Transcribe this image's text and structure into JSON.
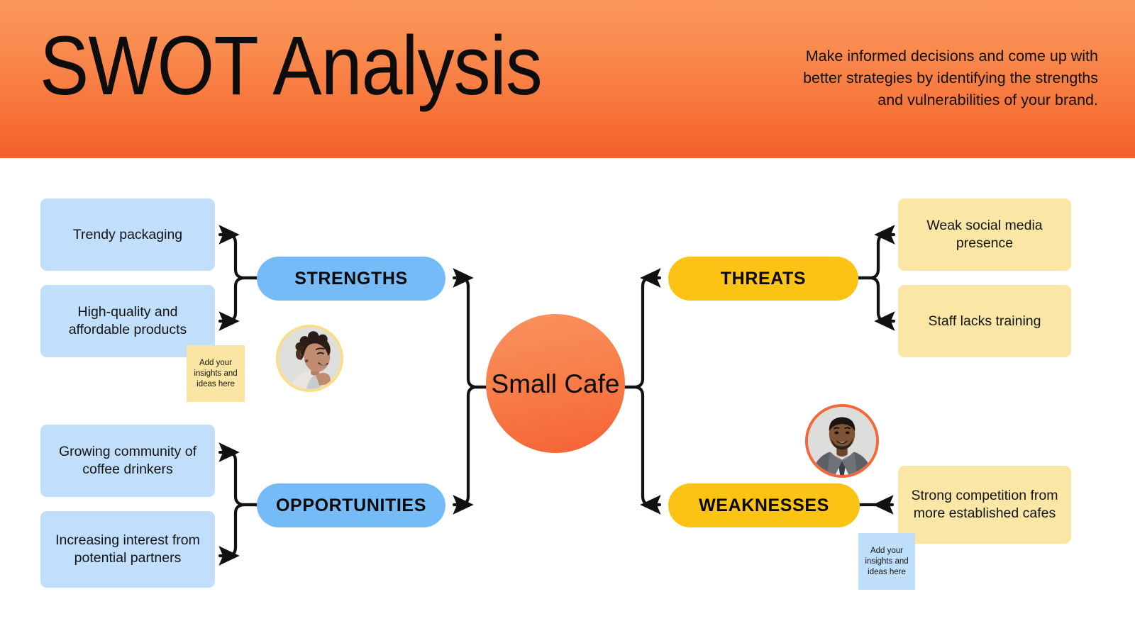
{
  "header": {
    "title": "SWOT Analysis",
    "subtitle": "Make informed decisions and come up with better strategies by identifying the strengths and vulnerabilities of your brand.",
    "gradient_top": "#FB9657",
    "gradient_bottom": "#F4602A"
  },
  "center": {
    "label": "Small Cafe",
    "color_top": "#FA9260",
    "color_bottom": "#F56235"
  },
  "quadrants": {
    "strengths": {
      "label": "STRENGTHS",
      "pill_color": "#74BBF8",
      "leaf_color": "#C1DFFB",
      "items": [
        {
          "text": "Trendy packaging"
        },
        {
          "text": "High-quality and affordable products"
        }
      ]
    },
    "opportunities": {
      "label": "OPPORTUNITIES",
      "pill_color": "#74BBF8",
      "leaf_color": "#C1DFFB",
      "items": [
        {
          "text": "Growing community of coffee drinkers"
        },
        {
          "text": "Increasing interest from potential partners"
        }
      ]
    },
    "threats": {
      "label": "THREATS",
      "pill_color": "#FBC314",
      "leaf_color": "#FAE6A5",
      "items": [
        {
          "text": "Weak social media presence"
        },
        {
          "text": "Staff lacks training"
        }
      ]
    },
    "weaknesses": {
      "label": "WEAKNESSES",
      "pill_color": "#FBC314",
      "leaf_color": "#FAE6A5",
      "items": [
        {
          "text": "Strong competition from more established cafes"
        }
      ]
    }
  },
  "sticky_notes": [
    {
      "name": "sticky-note-strengths",
      "text": "Add your insights and ideas here",
      "color": "#FBE5A2"
    },
    {
      "name": "sticky-note-weaknesses",
      "text": "Add your insights and ideas here",
      "color": "#BFDEFA"
    }
  ],
  "avatars": [
    {
      "name": "avatar-woman-smiling",
      "ring_color": "#F8DE8C"
    },
    {
      "name": "avatar-man-suit",
      "ring_color": "#F4673A"
    }
  ]
}
